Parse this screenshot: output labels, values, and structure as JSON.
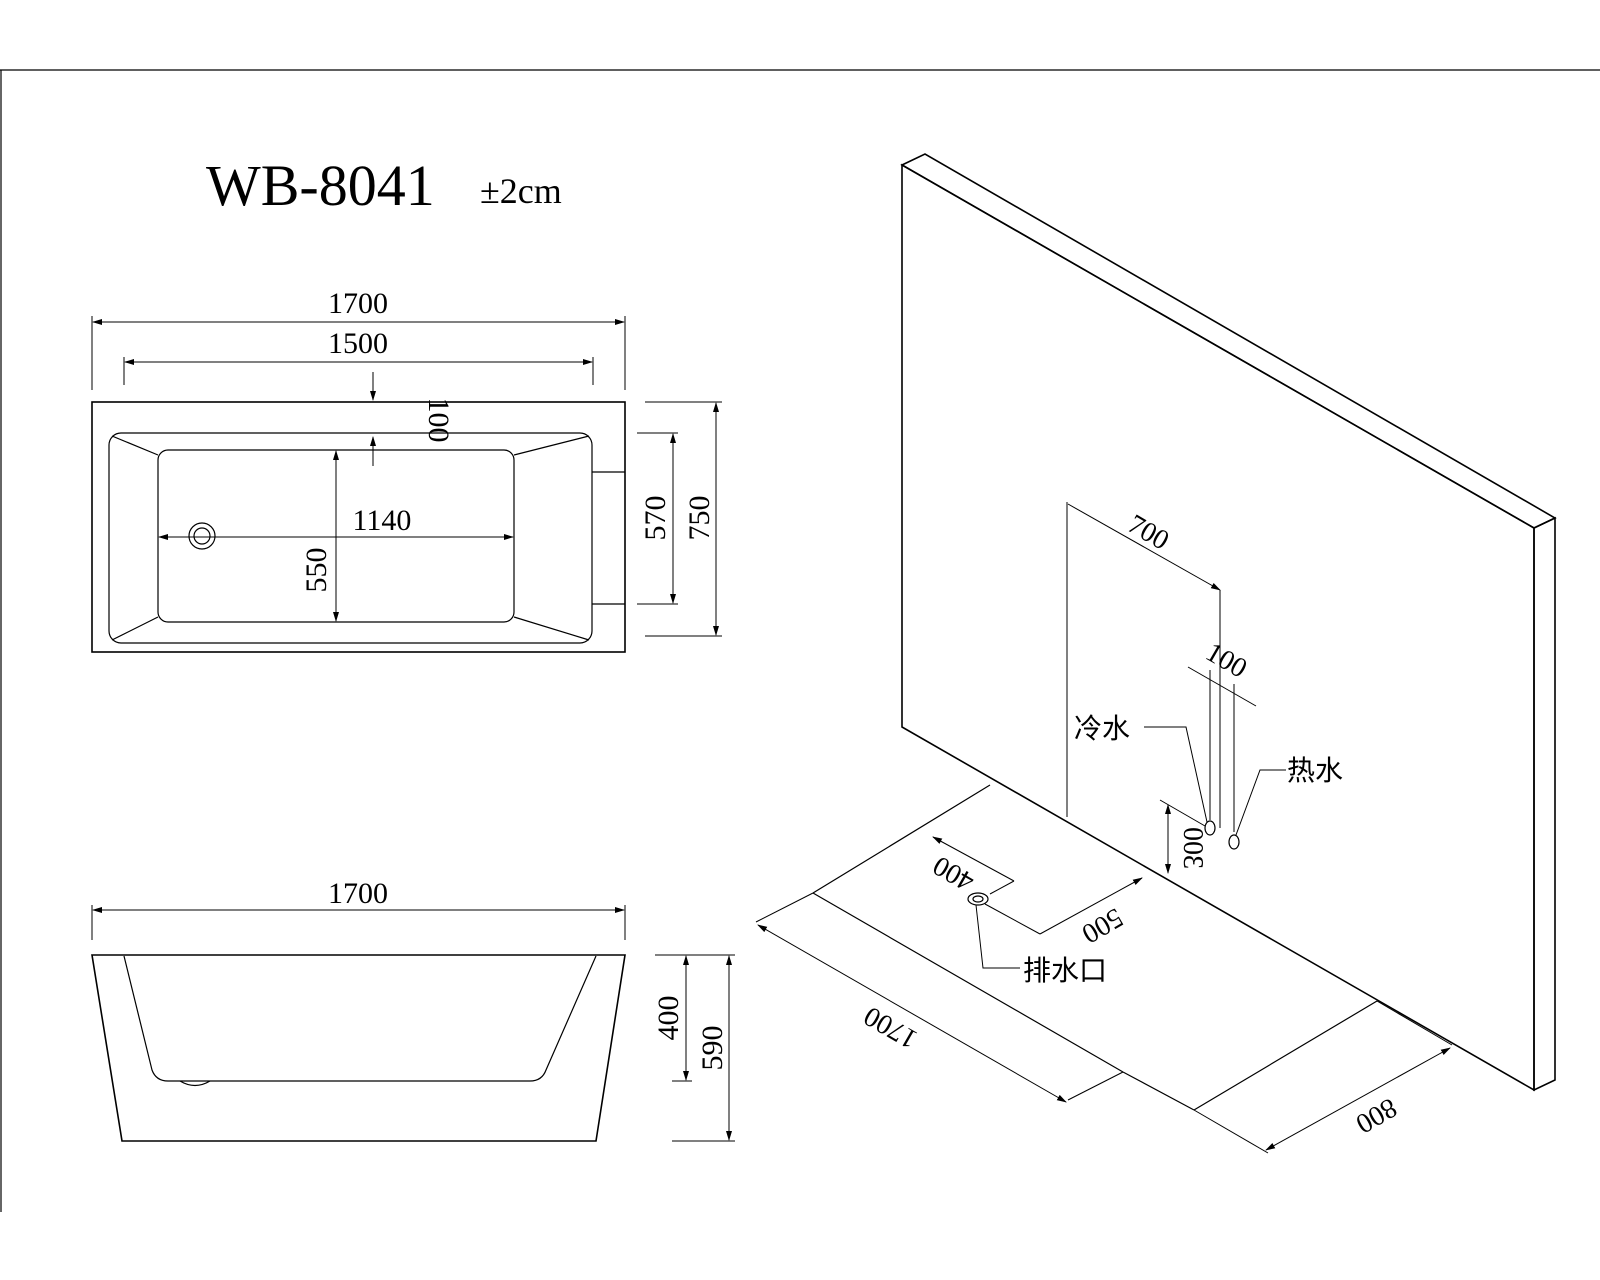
{
  "title": {
    "model": "WB-8041",
    "tolerance": "±2cm"
  },
  "top_view": {
    "overall_length": "1700",
    "inner_length": "1500",
    "rim_width": "100",
    "basin_length": "1140",
    "basin_width": "550",
    "inner_width": "570",
    "overall_width": "750"
  },
  "side_view": {
    "overall_length": "1700",
    "inner_depth": "400",
    "overall_height": "590"
  },
  "install_view": {
    "supply_offset": "700",
    "supply_spacing": "100",
    "cold_water": "冷水",
    "hot_water": "热水",
    "supply_height": "300",
    "drain_offset_x": "400",
    "drain_offset_y": "500",
    "drain": "排水口",
    "floor_length": "1700",
    "floor_width": "800"
  }
}
